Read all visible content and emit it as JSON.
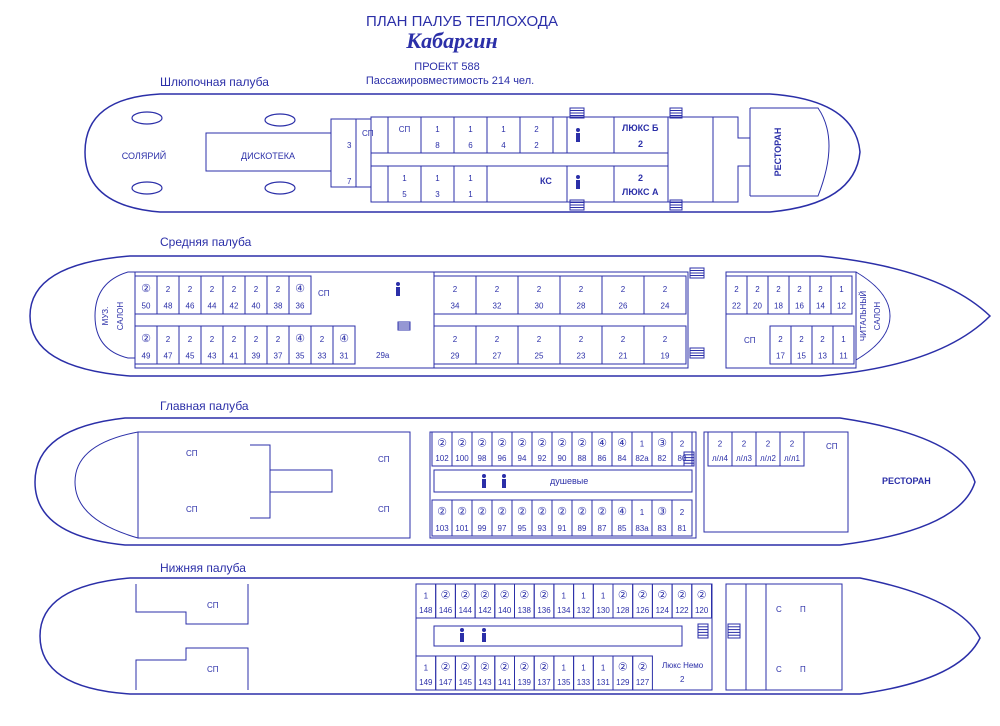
{
  "header": {
    "line1": "ПЛАН ПАЛУБ ТЕПЛОХОДА",
    "ship": "Кабаргин",
    "project": "ПРОЕКТ 588",
    "capacity": "Пассажировместимость  214 чел."
  },
  "decks": {
    "boat": "Шлюпочная палуба",
    "middle": "Средняя палуба",
    "main": "Главная палуба",
    "lower": "Нижняя палуба"
  },
  "rooms": {
    "boat_top": [
      {
        "c": "СП",
        "n": ""
      },
      {
        "c": "1",
        "n": "8"
      },
      {
        "c": "1",
        "n": "6"
      },
      {
        "c": "1",
        "n": "4"
      },
      {
        "c": "2",
        "n": "2"
      }
    ],
    "boat_bot": [
      {
        "c": "1",
        "n": "5"
      },
      {
        "c": "1",
        "n": "3"
      },
      {
        "c": "1",
        "n": "1"
      }
    ],
    "mid_top_left": [
      {
        "c": "②",
        "n": "50"
      },
      {
        "c": "2",
        "n": "48"
      },
      {
        "c": "2",
        "n": "46"
      },
      {
        "c": "2",
        "n": "44"
      },
      {
        "c": "2",
        "n": "42"
      },
      {
        "c": "2",
        "n": "40"
      },
      {
        "c": "2",
        "n": "38"
      },
      {
        "c": "④",
        "n": "36"
      }
    ],
    "mid_bot_left": [
      {
        "c": "②",
        "n": "49"
      },
      {
        "c": "2",
        "n": "47"
      },
      {
        "c": "2",
        "n": "45"
      },
      {
        "c": "2",
        "n": "43"
      },
      {
        "c": "2",
        "n": "41"
      },
      {
        "c": "2",
        "n": "39"
      },
      {
        "c": "2",
        "n": "37"
      },
      {
        "c": "④",
        "n": "35"
      },
      {
        "c": "2",
        "n": "33"
      },
      {
        "c": "④",
        "n": "31"
      }
    ],
    "mid_top_center": [
      {
        "c": "2",
        "n": "34"
      },
      {
        "c": "2",
        "n": "32"
      },
      {
        "c": "2",
        "n": "30"
      },
      {
        "c": "2",
        "n": "28"
      },
      {
        "c": "2",
        "n": "26"
      },
      {
        "c": "2",
        "n": "24"
      }
    ],
    "mid_bot_center": [
      {
        "c": "2",
        "n": "29"
      },
      {
        "c": "2",
        "n": "27"
      },
      {
        "c": "2",
        "n": "25"
      },
      {
        "c": "2",
        "n": "23"
      },
      {
        "c": "2",
        "n": "21"
      },
      {
        "c": "2",
        "n": "19"
      }
    ],
    "mid_top_right": [
      {
        "c": "2",
        "n": "22"
      },
      {
        "c": "2",
        "n": "20"
      },
      {
        "c": "2",
        "n": "18"
      },
      {
        "c": "2",
        "n": "16"
      },
      {
        "c": "2",
        "n": "14"
      },
      {
        "c": "1",
        "n": "12"
      }
    ],
    "mid_bot_right": [
      {
        "c": "2",
        "n": "17"
      },
      {
        "c": "2",
        "n": "15"
      },
      {
        "c": "2",
        "n": "13"
      },
      {
        "c": "1",
        "n": "11"
      }
    ],
    "main_top": [
      {
        "c": "②",
        "n": "102"
      },
      {
        "c": "②",
        "n": "100"
      },
      {
        "c": "②",
        "n": "98"
      },
      {
        "c": "②",
        "n": "96"
      },
      {
        "c": "②",
        "n": "94"
      },
      {
        "c": "②",
        "n": "92"
      },
      {
        "c": "②",
        "n": "90"
      },
      {
        "c": "②",
        "n": "88"
      },
      {
        "c": "④",
        "n": "86"
      },
      {
        "c": "④",
        "n": "84"
      },
      {
        "c": "1",
        "n": "82а"
      },
      {
        "c": "③",
        "n": "82"
      },
      {
        "c": "2",
        "n": "80"
      }
    ],
    "main_bot": [
      {
        "c": "②",
        "n": "103"
      },
      {
        "c": "②",
        "n": "101"
      },
      {
        "c": "②",
        "n": "99"
      },
      {
        "c": "②",
        "n": "97"
      },
      {
        "c": "②",
        "n": "95"
      },
      {
        "c": "②",
        "n": "93"
      },
      {
        "c": "②",
        "n": "91"
      },
      {
        "c": "②",
        "n": "89"
      },
      {
        "c": "②",
        "n": "87"
      },
      {
        "c": "④",
        "n": "85"
      },
      {
        "c": "1",
        "n": "83а"
      },
      {
        "c": "③",
        "n": "83"
      },
      {
        "c": "2",
        "n": "81"
      }
    ],
    "main_lux": [
      {
        "c": "2",
        "n": "л/л4"
      },
      {
        "c": "2",
        "n": "л/л3"
      },
      {
        "c": "2",
        "n": "л/л2"
      },
      {
        "c": "2",
        "n": "л/л1"
      }
    ],
    "low_top": [
      {
        "c": "1",
        "n": "148"
      },
      {
        "c": "②",
        "n": "146"
      },
      {
        "c": "②",
        "n": "144"
      },
      {
        "c": "②",
        "n": "142"
      },
      {
        "c": "②",
        "n": "140"
      },
      {
        "c": "②",
        "n": "138"
      },
      {
        "c": "②",
        "n": "136"
      },
      {
        "c": "1",
        "n": "134"
      },
      {
        "c": "1",
        "n": "132"
      },
      {
        "c": "1",
        "n": "130"
      },
      {
        "c": "②",
        "n": "128"
      },
      {
        "c": "②",
        "n": "126"
      },
      {
        "c": "②",
        "n": "124"
      },
      {
        "c": "②",
        "n": "122"
      },
      {
        "c": "②",
        "n": "120"
      }
    ],
    "low_bot": [
      {
        "c": "1",
        "n": "149"
      },
      {
        "c": "②",
        "n": "147"
      },
      {
        "c": "②",
        "n": "145"
      },
      {
        "c": "②",
        "n": "143"
      },
      {
        "c": "②",
        "n": "141"
      },
      {
        "c": "②",
        "n": "139"
      },
      {
        "c": "②",
        "n": "137"
      },
      {
        "c": "1",
        "n": "135"
      },
      {
        "c": "1",
        "n": "133"
      },
      {
        "c": "1",
        "n": "131"
      },
      {
        "c": "②",
        "n": "129"
      },
      {
        "c": "②",
        "n": "127"
      }
    ]
  },
  "labels": {
    "solarium": "СОЛЯРИЙ",
    "disco": "ДИСКОТЕКА",
    "sp": "СП",
    "ks": "КС",
    "luxb": "ЛЮКС Б",
    "luxa": "ЛЮКС А",
    "two": "2",
    "three": "3",
    "seven": "7",
    "restaurant": "РЕСТОРАН",
    "muz": "МУЗ.",
    "salon": "САЛОН",
    "reading": "ЧИТАЛЬНЫЙ",
    "r29a": "29а",
    "showers": "душевые",
    "luxnemo": "Люкс Немо",
    "s": "С",
    "p": "П"
  }
}
